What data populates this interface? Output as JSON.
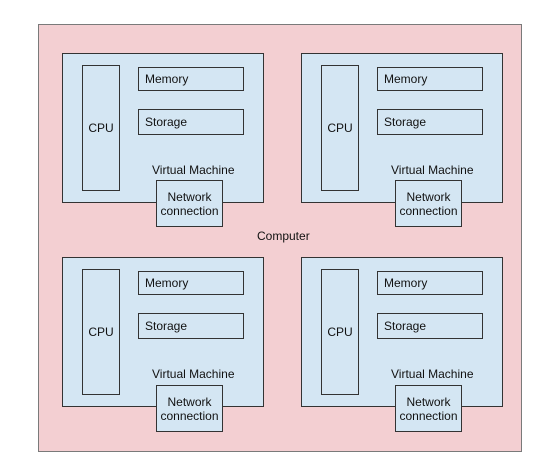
{
  "colors": {
    "computer_fill": "#f3cfd2",
    "vm_fill": "#d4e6f3",
    "stroke": "#333333"
  },
  "computer": {
    "label": "Computer"
  },
  "vms": [
    {
      "label": "Virtual Machine",
      "cpu": "CPU",
      "memory": "Memory",
      "storage": "Storage",
      "network": "Network connection"
    },
    {
      "label": "Virtual Machine",
      "cpu": "CPU",
      "memory": "Memory",
      "storage": "Storage",
      "network": "Network connection"
    },
    {
      "label": "Virtual Machine",
      "cpu": "CPU",
      "memory": "Memory",
      "storage": "Storage",
      "network": "Network connection"
    },
    {
      "label": "Virtual Machine",
      "cpu": "CPU",
      "memory": "Memory",
      "storage": "Storage",
      "network": "Network connection"
    }
  ]
}
